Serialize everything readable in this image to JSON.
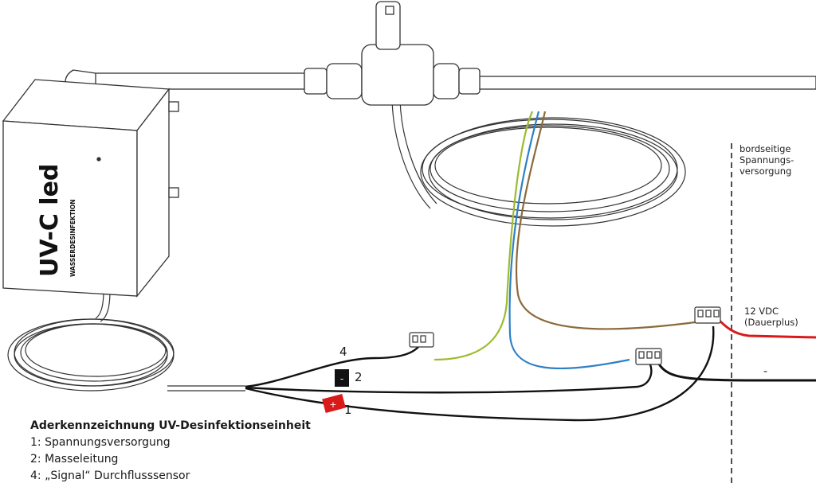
{
  "colors": {
    "positive_wire": "#d91a1a",
    "ground_wire": "#111111",
    "signal_wire": "#111111",
    "blue_core": "#2e7fc4",
    "brown_core": "#8b6a3a",
    "green_yellow_core": "#9dbb2e",
    "outline": "#222222"
  },
  "device": {
    "brand": "UV-C led",
    "subtitle": "WASSERDESINFEKTION"
  },
  "wires": [
    {
      "number": "4",
      "tag": ""
    },
    {
      "number": "2",
      "tag": "-"
    },
    {
      "number": "1",
      "tag": "+"
    }
  ],
  "supply": {
    "title_lines": [
      "bordseitige",
      "Spannungs-",
      "versorgung"
    ],
    "positive_lines": [
      "12 VDC",
      "(Dauerplus)"
    ],
    "negative": "-"
  },
  "legend": {
    "title": "Aderkennzeichnung UV-Desinfektionseinheit",
    "items": [
      "1: Spannungsversorgung",
      "2: Masseleitung",
      "4: „Signal“ Durchflusssensor"
    ]
  }
}
